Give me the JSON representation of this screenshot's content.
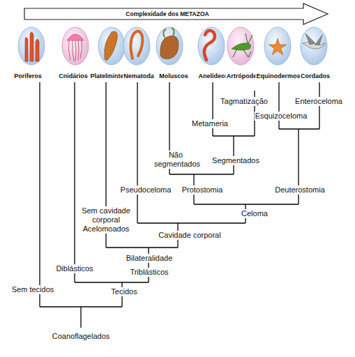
{
  "diagram": {
    "labels": [
      "Complexidade dos METAZOA",
      "Poriferos",
      "Cnidários",
      "Platelmintes",
      "Nematoda",
      "Moluscos",
      "Anelídeos",
      "Artrópodes",
      "Equinodermos",
      "Cordados",
      "Tagmatização",
      "Enteroceloma",
      "Esquizoceloma",
      "Metameria",
      "Não segmentados",
      "Segmentados",
      "Pseudoceloma",
      "Protostomia",
      "Deuterostomia",
      "Sem cavidade corporal",
      "Acelomoados",
      "Celoma",
      "Cavidade corporal",
      "Bilateralidade",
      "Diblásticos",
      "Triblásticos",
      "Sem tecidos",
      "Tecidos",
      "Coanoflagelados"
    ]
  }
}
